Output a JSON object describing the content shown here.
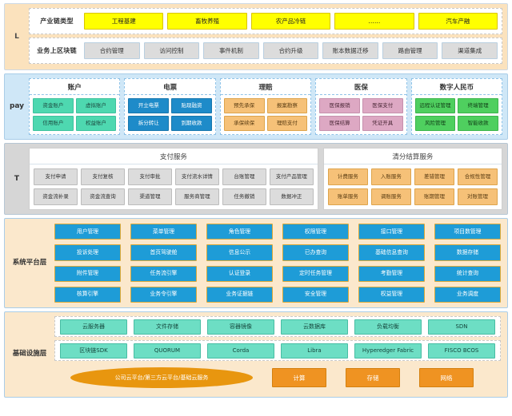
{
  "layers": {
    "l": {
      "label": "L",
      "rows": [
        {
          "title": "产业链类型",
          "items": [
            "工程基建",
            "畜牧养殖",
            "农产品冷链",
            "……",
            "汽车产融"
          ]
        },
        {
          "title": "业务上区块链",
          "items": [
            "合约管理",
            "访问控制",
            "事件机制",
            "合约升级",
            "账本数据迁移",
            "路由管理",
            "渠道集成"
          ]
        }
      ]
    },
    "pay": {
      "label": "pay",
      "columns": [
        {
          "title": "账户",
          "items": [
            "资金账户",
            "虚拟账户",
            "信用账户",
            "权益账户"
          ]
        },
        {
          "title": "电票",
          "items": [
            "开立电票",
            "贴现融资",
            "拆分转让",
            "到期收款"
          ]
        },
        {
          "title": "理赔",
          "items": [
            "预先承保",
            "报案勘察",
            "承保续保",
            "理赔支付"
          ]
        },
        {
          "title": "医保",
          "items": [
            "医保报销",
            "医保支付",
            "医保结算",
            "凭证开具"
          ]
        },
        {
          "title": "数字人民币",
          "items": [
            "远程认证管理",
            "终端管理",
            "风险管理",
            "智能收款"
          ]
        }
      ]
    },
    "t": {
      "label": "T",
      "panels": [
        {
          "title": "支付服务",
          "items": [
            "支付申请",
            "支付复核",
            "支付审批",
            "支付流水详情",
            "台账管理",
            "支付产品管理",
            "资金流补录",
            "资金流查询",
            "渠道管理",
            "服务商管理",
            "任务撤销",
            "数据冲正"
          ]
        },
        {
          "title": "清分结算服务",
          "items": [
            "计费服务",
            "入账服务",
            "差错管理",
            "合规性管理",
            "账单服务",
            "调账服务",
            "账期管理",
            "对账管理"
          ]
        }
      ]
    },
    "platform": {
      "label": "系统平台层",
      "items": [
        "用户管理",
        "菜单管理",
        "角色管理",
        "权限管理",
        "接口管理",
        "项目数管理",
        "投诉处理",
        "首页驾驶舱",
        "信息公示",
        "已办查询",
        "基础信息查询",
        "数据存储",
        "附件管理",
        "任务流引擎",
        "认证登录",
        "定时任务管理",
        "考勤管理",
        "统计查询",
        "核算引擎",
        "业务令引擎",
        "业务证据链",
        "安全管理",
        "权益管理",
        "业务调度"
      ]
    },
    "infra": {
      "label": "基础设施层",
      "cloud_row": [
        "云服务器",
        "文件存储",
        "容器镜像",
        "云数据库",
        "负载均衡",
        "SDN"
      ],
      "chain_row": [
        "区块链SDK",
        "QUORUM",
        "Corda",
        "Libra",
        "Hyperedger Fabric",
        "FISCO BCOS"
      ],
      "cloud_ellipse": "公司云平台/第三方云平台/基础云服务",
      "resources": [
        "计算",
        "存储",
        "网络"
      ]
    }
  },
  "colors": {
    "yellow": "#ffff00",
    "teal": "#4ed8b0",
    "blue": "#1e8bc9",
    "orange": "#f6c178",
    "pink": "#dda8c3",
    "green": "#4fcf5f",
    "platform_blue": "#1e9cd7",
    "infra_teal": "#6ddec4",
    "cloud_orange": "#e8960f"
  }
}
